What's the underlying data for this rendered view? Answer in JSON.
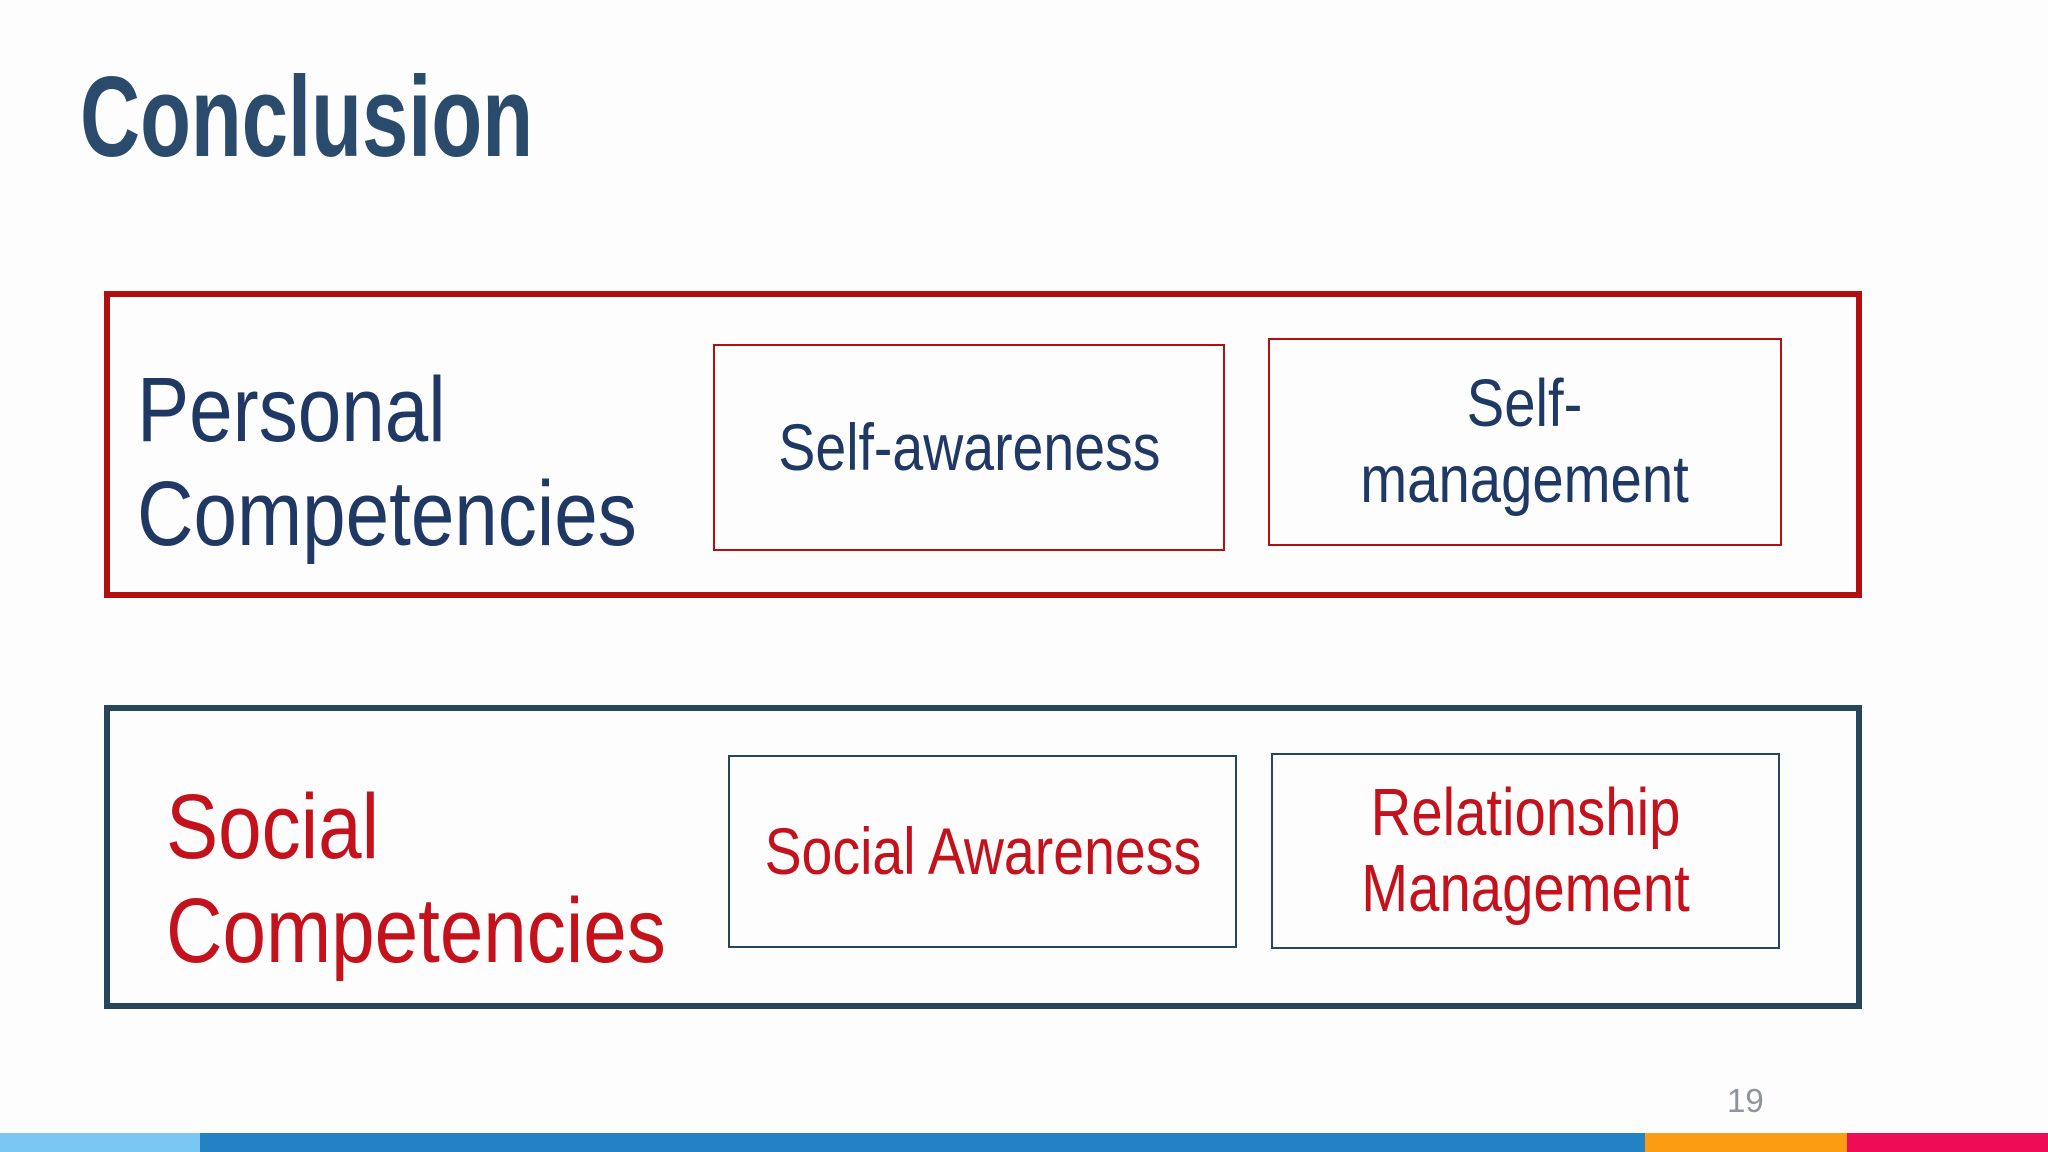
{
  "colors": {
    "title-navy": "#2A4B6C",
    "body-navy": "#1F3864",
    "text-red": "#C4121D",
    "border-red": "#B30F10",
    "border-navy": "#28455E",
    "page-number-gray": "#8E949C",
    "bar-lightblue": "#7AC7F3",
    "bar-blue": "#2382C4",
    "bar-orange": "#FB9C12",
    "bar-pink": "#EE0B55",
    "slide-bg": "#FDFDFD"
  },
  "slide": {
    "title": "Conclusion",
    "page_number": "19",
    "groups": [
      {
        "name": "personal-competencies",
        "label_lines": [
          "Personal",
          "Competencies"
        ],
        "boxes": [
          {
            "lines": [
              "Self-awareness"
            ]
          },
          {
            "lines": [
              "Self-",
              "management"
            ]
          }
        ]
      },
      {
        "name": "social-competencies",
        "label_lines": [
          "Social",
          "Competencies"
        ],
        "boxes": [
          {
            "lines": [
              "Social Awareness"
            ]
          },
          {
            "lines": [
              "Relationship",
              "Management"
            ]
          }
        ]
      }
    ]
  }
}
